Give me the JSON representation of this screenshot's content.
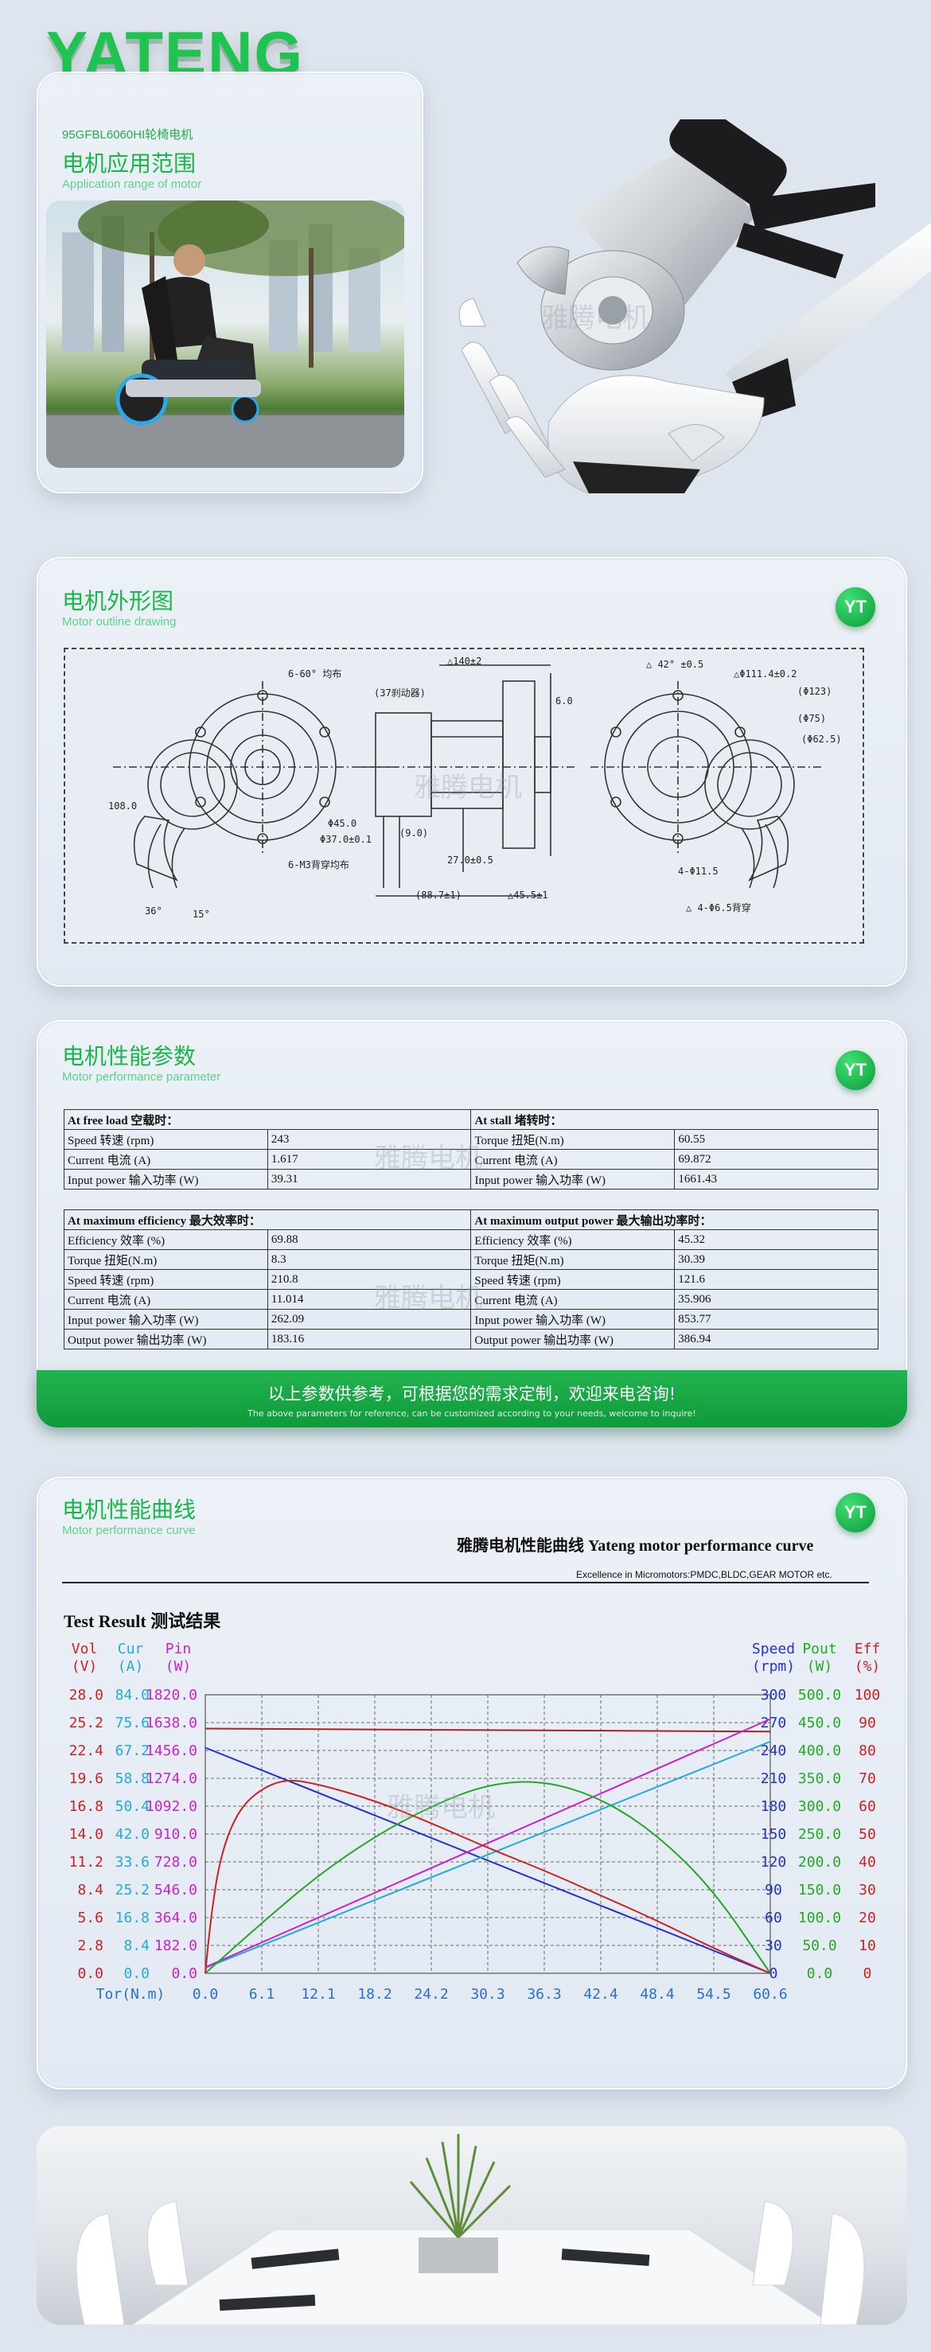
{
  "brand": "YATENG",
  "model": "95GFBL6060HI轮椅电机",
  "sections": {
    "application": {
      "title": "电机应用范围",
      "subtitle": "Application range of motor"
    },
    "outline": {
      "title": "电机外形图",
      "subtitle": "Motor outline drawing"
    },
    "performance": {
      "title": "电机性能参数",
      "subtitle": "Motor performance parameter"
    },
    "curve": {
      "title": "电机性能曲线",
      "subtitle": "Motor performance curve"
    }
  },
  "badge": "YT",
  "watermark": "雅腾电机",
  "drawing": {
    "d1": "6-60° 均布",
    "d2": "108.0",
    "d3": "Φ45.0",
    "d4": "Φ37.0±0.1",
    "d5": "6-M3背穿均布",
    "d6": "36°",
    "d7": "15°",
    "d8": "(37刹动器)",
    "d9": "△140±2",
    "d10": "6.0",
    "d11": "(9.0)",
    "d12": "27.0±0.5",
    "d13": "(88.7±1)",
    "d14": "△45.5±1",
    "d15": "△ 42° ±0.5",
    "d16": "△Φ111.4±0.2",
    "d17": "(Φ123)",
    "d18": "(Φ75)",
    "d19": "(Φ62.5)",
    "d20": "4-Φ11.5",
    "d21": "△ 4-Φ6.5背穿"
  },
  "params": {
    "left1": {
      "header": "At free load 空载时：",
      "rows": [
        [
          "Speed 转速 (rpm)",
          "243"
        ],
        [
          "Current 电流 (A)",
          "1.617"
        ],
        [
          "Input power 输入功率 (W)",
          "39.31"
        ]
      ]
    },
    "right1": {
      "header": "At stall 堵转时：",
      "rows": [
        [
          "Torque 扭矩(N.m)",
          "60.55"
        ],
        [
          "Current 电流 (A)",
          "69.872"
        ],
        [
          "Input power 输入功率 (W)",
          "1661.43"
        ]
      ]
    },
    "left2": {
      "header": "At maximum efficiency 最大效率时：",
      "rows": [
        [
          "Efficiency 效率 (%)",
          "69.88"
        ],
        [
          "Torque 扭矩(N.m)",
          "8.3"
        ],
        [
          "Speed 转速 (rpm)",
          "210.8"
        ],
        [
          "Current 电流 (A)",
          "11.014"
        ],
        [
          "Input power 输入功率 (W)",
          "262.09"
        ],
        [
          "Output power 输出功率 (W)",
          "183.16"
        ]
      ]
    },
    "right2": {
      "header": "At maximum output power 最大输出功率时：",
      "rows": [
        [
          "Efficiency 效率 (%)",
          "45.32"
        ],
        [
          "Torque 扭矩(N.m)",
          "30.39"
        ],
        [
          "Speed 转速 (rpm)",
          "121.6"
        ],
        [
          "Current 电流 (A)",
          "35.906"
        ],
        [
          "Input power 输入功率 (W)",
          "853.77"
        ],
        [
          "Output power 输出功率 (W)",
          "386.94"
        ]
      ]
    }
  },
  "banner": {
    "line1": "以上参数供参考，可根据您的需求定制，欢迎来电咨询!",
    "line2": "The above parameters for reference, can be customized according to your needs, welcome to inquire!"
  },
  "curve_header": {
    "title": "雅腾电机性能曲线 Yateng motor performance curve",
    "subtitle": "Excellence in Micromotors:PMDC,BLDC,GEAR MOTOR etc.",
    "test": "Test Result 测试结果"
  },
  "chart_data": {
    "type": "line",
    "x": [
      0.0,
      6.1,
      12.1,
      18.2,
      24.2,
      30.3,
      36.3,
      42.4,
      48.4,
      54.5,
      60.6
    ],
    "x_ticks": [
      "0.0",
      "6.1",
      "12.1",
      "18.2",
      "24.2",
      "30.3",
      "36.3",
      "42.4",
      "48.4",
      "54.5",
      "60.6"
    ],
    "xlabel": "Tor(N.m)",
    "left_axes": [
      {
        "label": [
          "Vol",
          "(V)"
        ],
        "color": "#cc2222",
        "ticks": [
          "0.0",
          "2.8",
          "5.6",
          "8.4",
          "11.2",
          "14.0",
          "16.8",
          "19.6",
          "22.4",
          "25.2",
          "28.0"
        ]
      },
      {
        "label": [
          "Cur",
          "(A)"
        ],
        "color": "#22aadd",
        "ticks": [
          "0.0",
          "8.4",
          "16.8",
          "25.2",
          "33.6",
          "42.0",
          "50.4",
          "58.8",
          "67.2",
          "75.6",
          "84.0"
        ]
      },
      {
        "label": [
          "Pin",
          "(W)"
        ],
        "color": "#cc22cc",
        "ticks": [
          "0.0",
          "182.0",
          "364.0",
          "546.0",
          "728.0",
          "910.0",
          "1092.0",
          "1274.0",
          "1456.0",
          "1638.0",
          "1820.0"
        ]
      }
    ],
    "right_axes": [
      {
        "label": [
          "Speed",
          "(rpm)"
        ],
        "color": "#2233cc",
        "ticks": [
          "0",
          "30",
          "60",
          "90",
          "120",
          "150",
          "180",
          "210",
          "240",
          "270",
          "300"
        ]
      },
      {
        "label": [
          "Pout",
          "(W)"
        ],
        "color": "#22aa22",
        "ticks": [
          "0.0",
          "50.0",
          "100.0",
          "150.0",
          "200.0",
          "250.0",
          "300.0",
          "350.0",
          "400.0",
          "450.0",
          "500.0"
        ]
      },
      {
        "label": [
          "Eff",
          "(%)"
        ],
        "color": "#cc2222",
        "ticks": [
          "0",
          "10",
          "20",
          "30",
          "40",
          "50",
          "60",
          "70",
          "80",
          "90",
          "100"
        ]
      }
    ],
    "series": [
      {
        "name": "Vol",
        "color": "#aa2222",
        "axis": "Vol",
        "points": [
          [
            0,
            24.6
          ],
          [
            60.6,
            24.3
          ]
        ]
      },
      {
        "name": "Speed",
        "color": "#2233cc",
        "axis": "Speed",
        "points": [
          [
            0,
            243
          ],
          [
            60.6,
            0
          ]
        ]
      },
      {
        "name": "Cur",
        "color": "#22aadd",
        "axis": "Cur",
        "points": [
          [
            0,
            1.6
          ],
          [
            60.6,
            69.9
          ]
        ]
      },
      {
        "name": "Pin",
        "color": "#cc22cc",
        "axis": "Pin",
        "points": [
          [
            0,
            39.3
          ],
          [
            60.6,
            1661.4
          ]
        ]
      },
      {
        "name": "Pout",
        "color": "#22aa22",
        "axis": "Pout",
        "points": [
          [
            0,
            0
          ],
          [
            6.1,
            91
          ],
          [
            12.1,
            176
          ],
          [
            18.2,
            246
          ],
          [
            24.2,
            300
          ],
          [
            30.3,
            340
          ],
          [
            36.3,
            346
          ],
          [
            42.4,
            315
          ],
          [
            48.4,
            250
          ],
          [
            54.5,
            150
          ],
          [
            60.6,
            0
          ]
        ]
      },
      {
        "name": "Eff",
        "color": "#cc2222",
        "axis": "Eff",
        "points": [
          [
            0,
            0
          ],
          [
            0.6,
            20
          ],
          [
            1.5,
            40
          ],
          [
            3.0,
            55
          ],
          [
            5.0,
            64
          ],
          [
            8.3,
            69.9
          ],
          [
            12.1,
            68
          ],
          [
            18.2,
            62
          ],
          [
            24.2,
            54
          ],
          [
            30.3,
            45
          ],
          [
            36.3,
            37
          ],
          [
            42.4,
            28
          ],
          [
            48.4,
            19
          ],
          [
            54.5,
            9
          ],
          [
            60.6,
            0
          ]
        ]
      }
    ]
  }
}
